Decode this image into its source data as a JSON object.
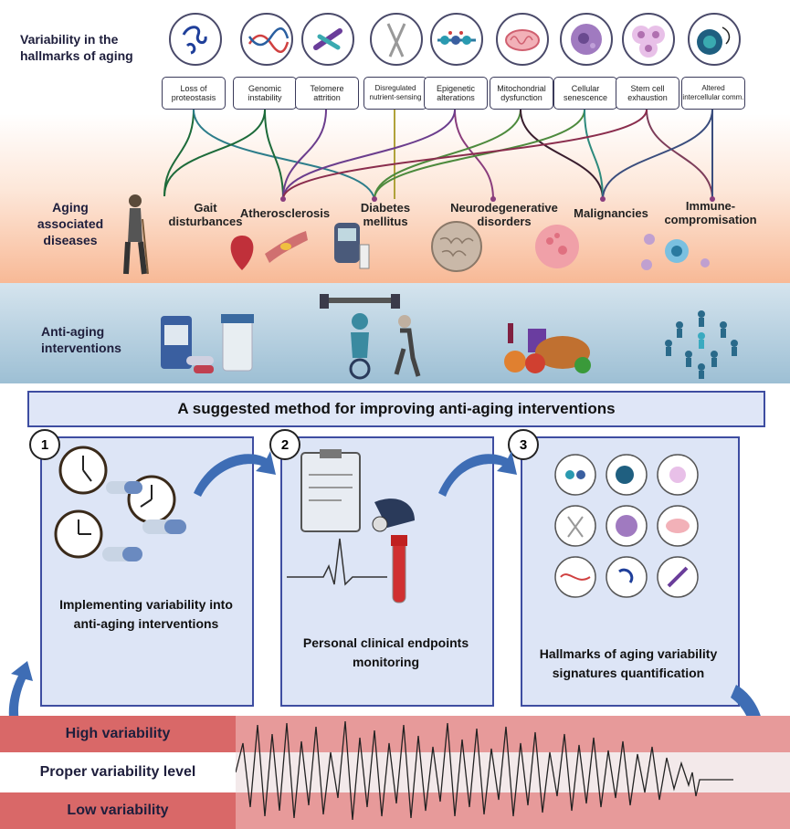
{
  "hallmarks_section": {
    "title": "Variability in the hallmarks of aging",
    "items": [
      {
        "label": "Loss of proteostasis",
        "icon": "protein-tangle-icon"
      },
      {
        "label": "Genomic instability",
        "icon": "dna-icon"
      },
      {
        "label": "Telomere attrition",
        "icon": "chromosome-icon"
      },
      {
        "label": "Disregulated nutrient-sensing",
        "icon": "fork-knife-icon"
      },
      {
        "label": "Epigenetic alterations",
        "icon": "epigenetic-icon"
      },
      {
        "label": "Mitochondrial dysfunction",
        "icon": "mitochondria-icon"
      },
      {
        "label": "Cellular senescence",
        "icon": "senescent-cell-icon"
      },
      {
        "label": "Stem cell exhaustion",
        "icon": "stem-cells-icon"
      },
      {
        "label": "Altered intercellular comm.",
        "icon": "cell-communication-icon"
      }
    ]
  },
  "diseases_section": {
    "title": "Aging associated diseases",
    "items": [
      {
        "label": "Gait disturbances",
        "icon": "elderly-person-icon"
      },
      {
        "label": "Atherosclerosis",
        "icon": "heart-artery-icon"
      },
      {
        "label": "Diabetes mellitus",
        "icon": "glucometer-icon"
      },
      {
        "label": "Neurodegenerative disorders",
        "icon": "brain-slice-icon"
      },
      {
        "label": "Malignancies",
        "icon": "tumor-cell-icon"
      },
      {
        "label": "Immune-compromisation",
        "icon": "immune-cell-icon"
      }
    ]
  },
  "interventions_section": {
    "title": "Anti-aging interventions",
    "icons": [
      "pills-bottle-icon",
      "exercise-icon",
      "food-icon",
      "population-icon"
    ]
  },
  "method": {
    "title": "A suggested method for improving anti-aging interventions",
    "steps": [
      {
        "number": "1",
        "label": "Implementing variability into anti-aging interventions",
        "icon": "clock-pill-icon"
      },
      {
        "number": "2",
        "label": "Personal clinical endpoints monitoring",
        "icon": "clinical-monitoring-icon"
      },
      {
        "number": "3",
        "label": "Hallmarks of aging variability signatures quantification",
        "icon": "hallmarks-grid-icon"
      }
    ]
  },
  "variability": {
    "high": "High variability",
    "proper": "Proper variability level",
    "low": "Low variability"
  },
  "colors": {
    "box_border": "#3e4da1",
    "box_fill": "#dde5f6",
    "high_band": "#e38c8c",
    "low_band": "#d96666",
    "arrow": "#3e6db5"
  }
}
